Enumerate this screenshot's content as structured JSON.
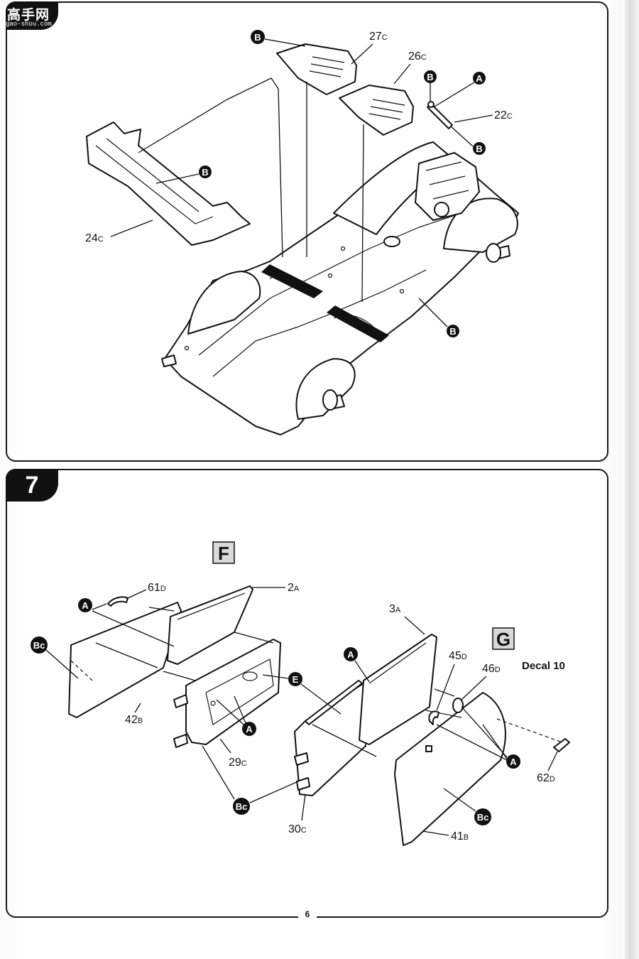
{
  "logo": {
    "text": "高手网",
    "subtext": "gao-shou.com"
  },
  "page_number": "6",
  "step_top": {
    "parts": {
      "p27": {
        "num": "27",
        "sprue": "C"
      },
      "p26": {
        "num": "26",
        "sprue": "C"
      },
      "p22": {
        "num": "22",
        "sprue": "C"
      },
      "p24": {
        "num": "24",
        "sprue": "C"
      }
    },
    "badges": {
      "b1": "B",
      "b2": "B",
      "b3": "A",
      "b4": "B",
      "b5": "B",
      "b6": "B"
    }
  },
  "step_bottom": {
    "step_number": "7",
    "box_f": "F",
    "box_g": "G",
    "decal": "Decal 10",
    "parts": {
      "p61": {
        "num": "61",
        "sprue": "D"
      },
      "p2": {
        "num": "2",
        "sprue": "A"
      },
      "p42": {
        "num": "42",
        "sprue": "B"
      },
      "p29": {
        "num": "29",
        "sprue": "C"
      },
      "p30": {
        "num": "30",
        "sprue": "C"
      },
      "p3": {
        "num": "3",
        "sprue": "A"
      },
      "p45": {
        "num": "45",
        "sprue": "D"
      },
      "p46": {
        "num": "46",
        "sprue": "D"
      },
      "p62": {
        "num": "62",
        "sprue": "D"
      },
      "p41": {
        "num": "41",
        "sprue": "B"
      }
    },
    "badges": {
      "a_left": "A",
      "bc_left": "Bc",
      "a_mid": "A",
      "e_mid": "E",
      "bc_mid": "Bc",
      "a_right": "A",
      "a_right2": "A",
      "bc_right": "Bc"
    }
  }
}
